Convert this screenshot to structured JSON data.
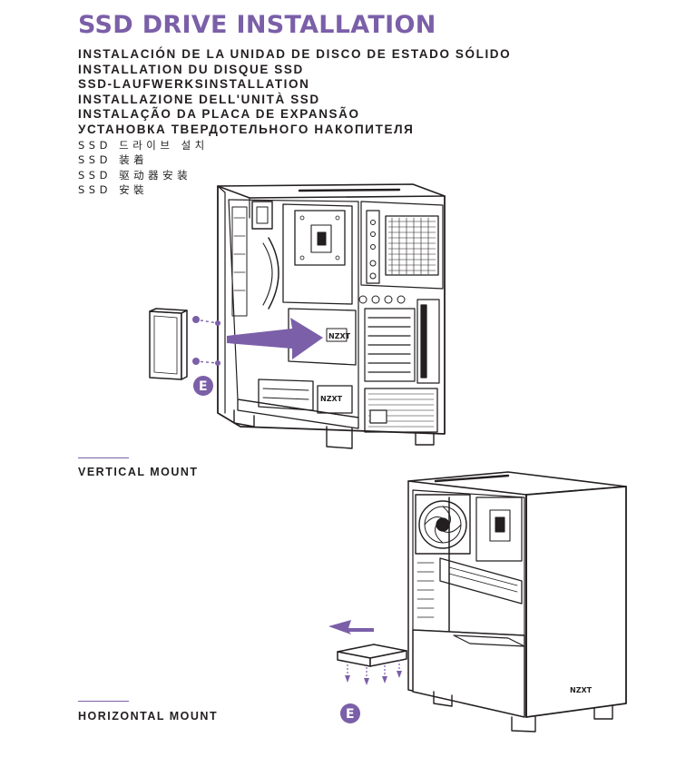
{
  "title": "SSD DRIVE INSTALLATION",
  "subtitles": [
    "INSTALACIÓN DE LA UNIDAD DE DISCO DE ESTADO SÓLIDO",
    "INSTALLATION DU DISQUE SSD",
    "SSD-LAUFWERKSINSTALLATION",
    "INSTALLAZIONE DELL'UNITÀ SSD",
    "INSTALAÇÃO DA PLACA DE EXPANSÃO",
    "УСТАНОВКА ТВЕРДОТЕЛЬНОГО НАКОПИТЕЛЯ",
    "SSD 드라이브 설치",
    "SSD 装着",
    "SSD 驱动器安装",
    "SSD 安裝"
  ],
  "sections": {
    "vertical": {
      "label": "VERTICAL MOUNT"
    },
    "horizontal": {
      "label": "HORIZONTAL MOUNT"
    }
  },
  "callouts": {
    "part_letter": "E"
  },
  "case_logo": "NZXT",
  "colors": {
    "accent": "#7b5fa8",
    "ink": "#231f20",
    "background": "#ffffff"
  },
  "icons": [
    "insert-arrow-icon",
    "remove-arrow-icon",
    "screw-icon"
  ]
}
